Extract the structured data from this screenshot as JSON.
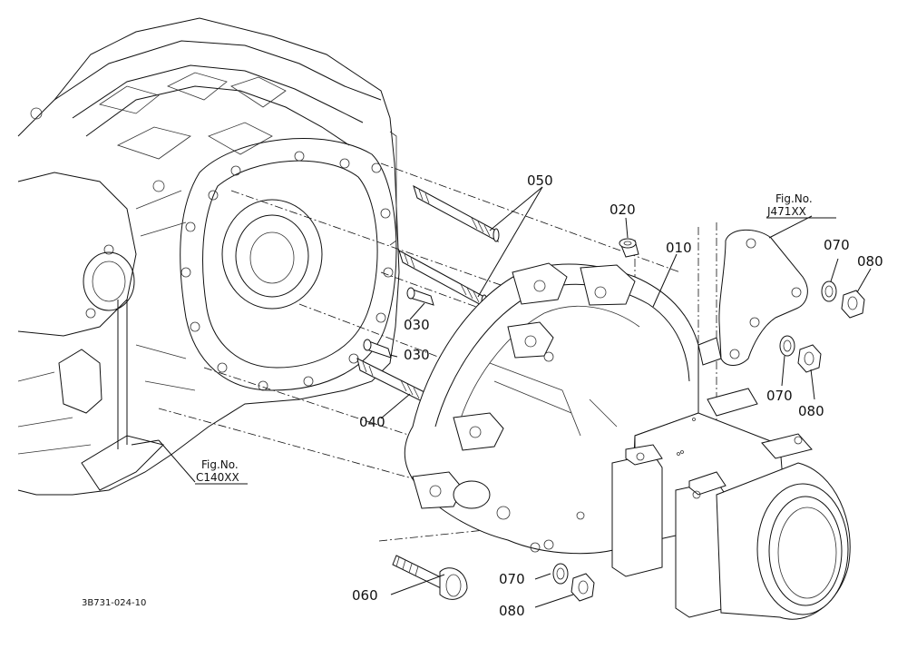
{
  "callouts": {
    "p010": "010",
    "p020": "020",
    "p030a": "030",
    "p030b": "030",
    "p040": "040",
    "p050": "050",
    "p060": "060",
    "p070a": "070",
    "p070b": "070",
    "p070c": "070",
    "p080a": "080",
    "p080b": "080",
    "p080c": "080"
  },
  "figure_refs": {
    "right": {
      "label": "Fig.No.",
      "number": "J471XX"
    },
    "left": {
      "label": "Fig.No.",
      "number": "C140XX"
    }
  },
  "drawing_code": "3B731-024-10"
}
